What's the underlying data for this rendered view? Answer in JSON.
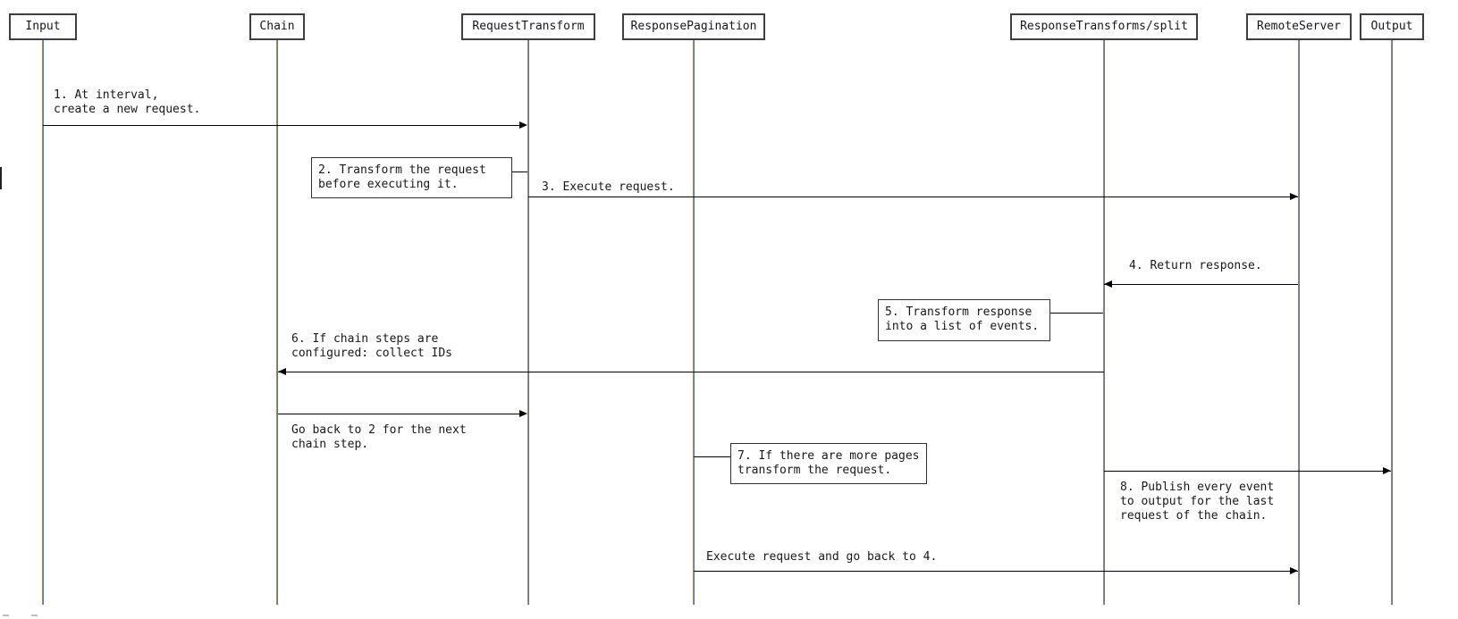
{
  "diagram_type": "sequence-diagram",
  "colors": {
    "background": "#ffffff",
    "line": "#000000",
    "text": "#18181c",
    "actor_border": "#3d3f44",
    "lifeline_left": "#b08543",
    "lifeline_right": "#4d7fae"
  },
  "actors": [
    {
      "label": "Input"
    },
    {
      "label": "Chain"
    },
    {
      "label": "RequestTransform"
    },
    {
      "label": "ResponsePagination"
    },
    {
      "label": "ResponseTransforms/split"
    },
    {
      "label": "RemoteServer"
    },
    {
      "label": "Output"
    }
  ],
  "messages": {
    "m1": {
      "label": "1. At interval,\ncreate a new request.",
      "from": "Input",
      "to": "RequestTransform"
    },
    "m3": {
      "label": "3. Execute request.",
      "from": "RequestTransform",
      "to": "RemoteServer"
    },
    "m4": {
      "label": "4. Return response.",
      "from": "RemoteServer",
      "to": "ResponseTransforms/split"
    },
    "m6": {
      "label": "6. If chain steps are\nconfigured: collect IDs",
      "from": "ResponseTransforms/split",
      "to": "Chain"
    },
    "go_back": {
      "label": "Go back to 2 for the next\nchain step.",
      "from": "Chain",
      "to": "RequestTransform"
    },
    "m8": {
      "label": "8. Publish every event\nto output for the last\nrequest of the chain.",
      "from": "ResponseTransforms/split",
      "to": "Output"
    },
    "exec4": {
      "label": "Execute request and go back to 4.",
      "from": "ResponsePagination",
      "to": "RemoteServer"
    }
  },
  "notes": {
    "n2": {
      "label": "2. Transform the request\nbefore executing it.",
      "actor": "RequestTransform"
    },
    "n5": {
      "label": "5. Transform response\ninto a list of events.",
      "actor": "ResponseTransforms/split"
    },
    "n7": {
      "label": "7. If there are more pages\ntransform the request.",
      "actor": "ResponsePagination"
    }
  }
}
